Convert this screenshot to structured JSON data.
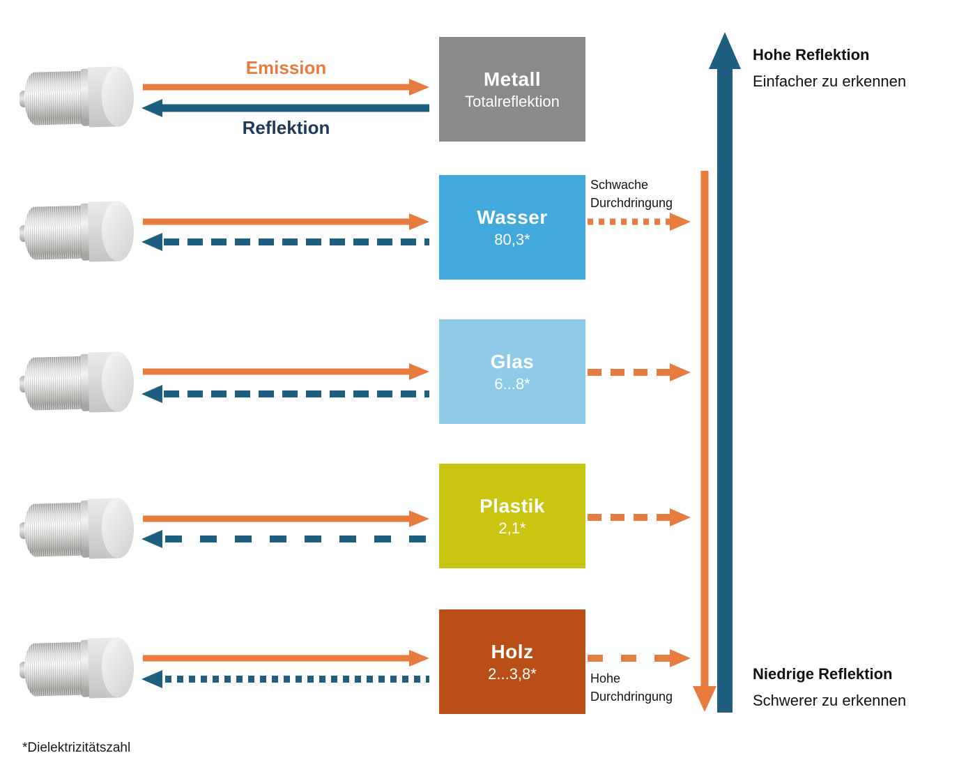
{
  "arrows": {
    "emission_label": "Emission",
    "reflection_label": "Reflektion"
  },
  "materials": [
    {
      "name": "Metall",
      "value": "Totalreflektion",
      "color": "#8a8a8a",
      "reflection": "solid-total",
      "penetration": "none"
    },
    {
      "name": "Wasser",
      "value": "80,3*",
      "color": "#42a9dc",
      "reflection": "dashed",
      "penetration": "dotted-weak"
    },
    {
      "name": "Glas",
      "value": "6...8*",
      "color": "#8ecbe9",
      "reflection": "dashed",
      "penetration": "dashed"
    },
    {
      "name": "Plastik",
      "value": "2,1*",
      "color": "#c9c511",
      "reflection": "sparse-dashed",
      "penetration": "dashed"
    },
    {
      "name": "Holz",
      "value": "2...3,8*",
      "color": "#b94e16",
      "reflection": "dotted-weak",
      "penetration": "sparse-dashed-strong"
    }
  ],
  "penetration": {
    "weak_label": "Schwache Durchdringung",
    "strong_label": "Hohe Durchdringung"
  },
  "scale": {
    "high_title": "Hohe Reflektion",
    "high_subtitle": "Einfacher zu erkennen",
    "low_title": "Niedrige Reflektion",
    "low_subtitle": "Schwerer zu erkennen"
  },
  "footnote": "*Dielektrizitätszahl",
  "colors": {
    "emission_orange": "#e87c3e",
    "reflection_blue": "#1e5f80",
    "reflection_label_navy": "#1e3a5a",
    "metal_gray": "#8a8a8a",
    "water_blue": "#42a9dc",
    "glass_lightblue": "#8ecbe9",
    "plastic_yellow": "#c9c511",
    "wood_rust": "#b94e16",
    "text_black": "#141414"
  }
}
